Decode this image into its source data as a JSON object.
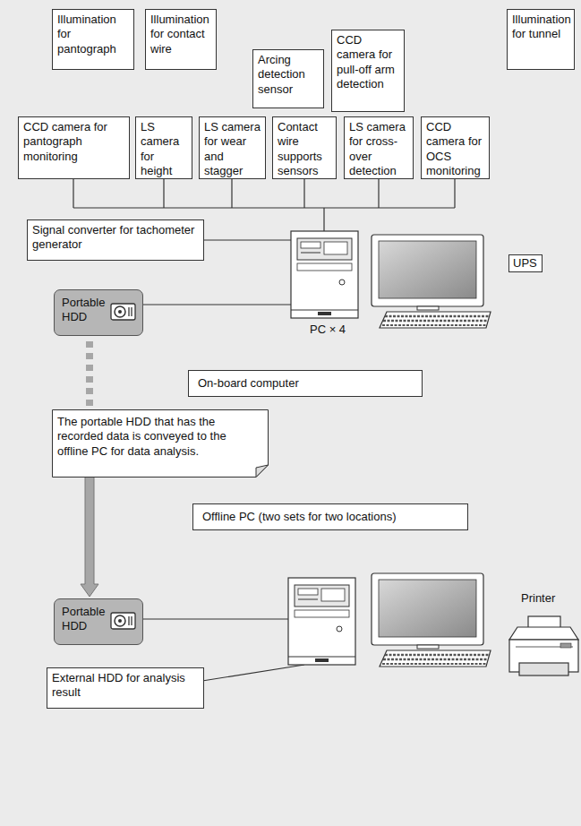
{
  "diagram": {
    "nodes": [
      {
        "text": [
          "Illumination for pantograph"
        ]
      },
      {
        "text": [
          "Illumination for contact wire"
        ]
      },
      {
        "text": [
          "Illumination for tunnel"
        ]
      },
      {
        "text": [
          "Arcing detection sensor"
        ]
      },
      {
        "text": [
          "CCD camera for pull-off arm detection"
        ]
      },
      {
        "text": [
          "CCD camera for pantograph monitoring"
        ]
      },
      {
        "text": [
          "LS camera for height"
        ]
      },
      {
        "text": [
          "LS camera for wear and stagger"
        ]
      },
      {
        "text": [
          "Contact wire supports sensors"
        ]
      },
      {
        "text": [
          "LS camera for cross-over detection"
        ]
      },
      {
        "text": [
          "CCD camera for OCS monitoring"
        ]
      },
      {
        "text": [
          "Signal converter for tachometer generator"
        ]
      },
      {
        "text": [
          "UPS"
        ]
      },
      {
        "text": [
          "Portable HDD"
        ]
      },
      {
        "text": [
          "On-board computer"
        ]
      },
      {
        "text": [
          "The portable HDD that has the recorded data is conveyed to the offline PC for data analysis."
        ]
      },
      {
        "text": [
          "Offline PC (two sets for two locations)"
        ]
      },
      {
        "text": [
          "Portable HDD"
        ]
      },
      {
        "text": [
          "External HDD for analysis result"
        ]
      }
    ],
    "edges": [
      {
        "from": 13,
        "to": 17,
        "arrow": "to"
      }
    ],
    "labels": [
      "PC × 4",
      "Printer"
    ]
  }
}
